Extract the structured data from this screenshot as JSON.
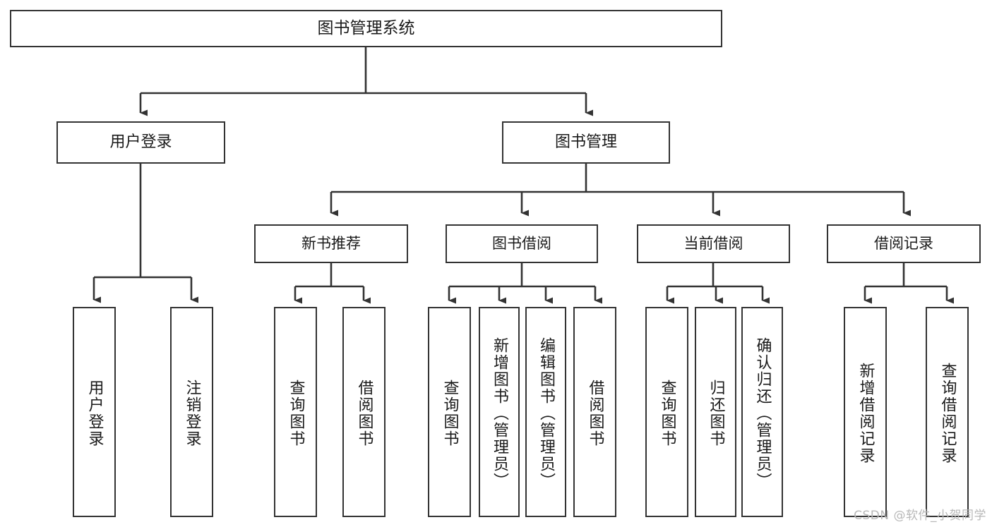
{
  "diagram": {
    "type": "tree",
    "title": "图书管理系统",
    "colors": {
      "box_border": "#333333",
      "box_fill": "#ffffff",
      "connector": "#333333",
      "text": "#1a1a1a",
      "watermark": "#b8b8b8",
      "background": "#ffffff"
    },
    "root": {
      "label": "图书管理系统"
    },
    "level2": [
      {
        "label": "用户登录"
      },
      {
        "label": "图书管理"
      }
    ],
    "level3": [
      {
        "label": "新书推荐"
      },
      {
        "label": "图书借阅"
      },
      {
        "label": "当前借阅"
      },
      {
        "label": "借阅记录"
      }
    ],
    "leaves": {
      "user_login": [
        {
          "label": "用户登录"
        },
        {
          "label": "注销登录"
        }
      ],
      "new_book_recommend": [
        {
          "label": "查询图书"
        },
        {
          "label": "借阅图书"
        }
      ],
      "book_borrow": [
        {
          "label": "查询图书"
        },
        {
          "label": "新增图书（管理员）"
        },
        {
          "label": "编辑图书（管理员）"
        },
        {
          "label": "借阅图书"
        }
      ],
      "current_borrow": [
        {
          "label": "查询图书"
        },
        {
          "label": "归还图书"
        },
        {
          "label": "确认归还（管理员）"
        }
      ],
      "borrow_record": [
        {
          "label": "新增借阅记录"
        },
        {
          "label": "查询借阅记录"
        }
      ]
    }
  },
  "watermark": {
    "text": "CSDN @软件_小贺同学"
  }
}
